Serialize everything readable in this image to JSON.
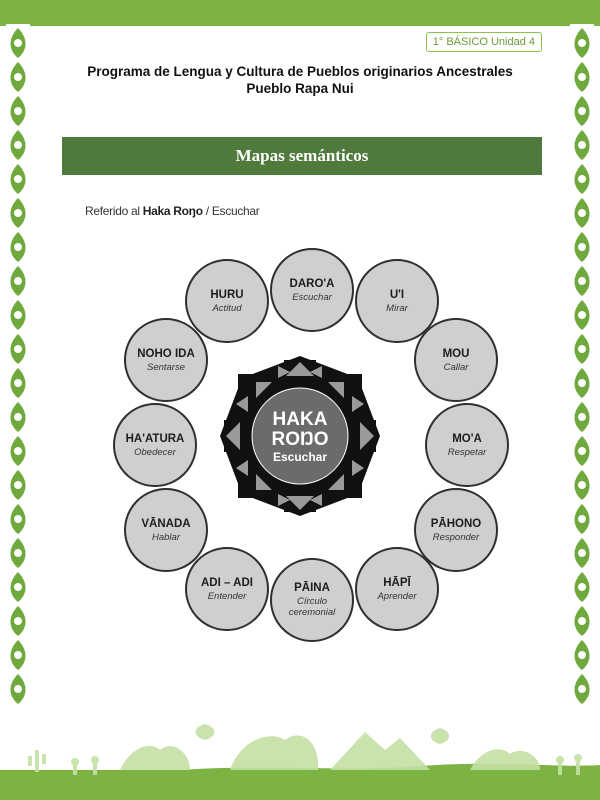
{
  "unit_badge": "1° BÁSICO Unidad 4",
  "header": {
    "line1": "Programa de Lengua y Cultura de Pueblos originarios Ancestrales",
    "line2": "Pueblo Rapa Nui"
  },
  "section_title": "Mapas semánticos",
  "subtitle": {
    "prefix": "Referido al ",
    "term": "Haka Roŋo",
    "suffix": " / Escuchar"
  },
  "center": {
    "line1": "HAKA",
    "line2": "ROŊO",
    "line3": "Escuchar"
  },
  "nodes": [
    {
      "word": "DARO'A",
      "translation": "Escuchar"
    },
    {
      "word": "U'I",
      "translation": "Mirar"
    },
    {
      "word": "MOU",
      "translation": "Callar"
    },
    {
      "word": "MO'A",
      "translation": "Respetar"
    },
    {
      "word": "PĀHONO",
      "translation": "Responder"
    },
    {
      "word": "HĀPĪ",
      "translation": "Aprender"
    },
    {
      "word": "PĀINA",
      "translation": "Círculo ceremonial"
    },
    {
      "word": "ADI – ADI",
      "translation": "Entender"
    },
    {
      "word": "VĀNADA",
      "translation": "Hablar"
    },
    {
      "word": "HA'ATURA",
      "translation": "Obedecer"
    },
    {
      "word": "NOHO IDA",
      "translation": "Sentarse"
    },
    {
      "word": "HURU",
      "translation": "Actitud"
    }
  ],
  "colors": {
    "green_band": "#7cb342",
    "section_bar": "#4f7a3c",
    "node_fill": "#cfcfcf",
    "center_fill": "#6b6b6b"
  }
}
